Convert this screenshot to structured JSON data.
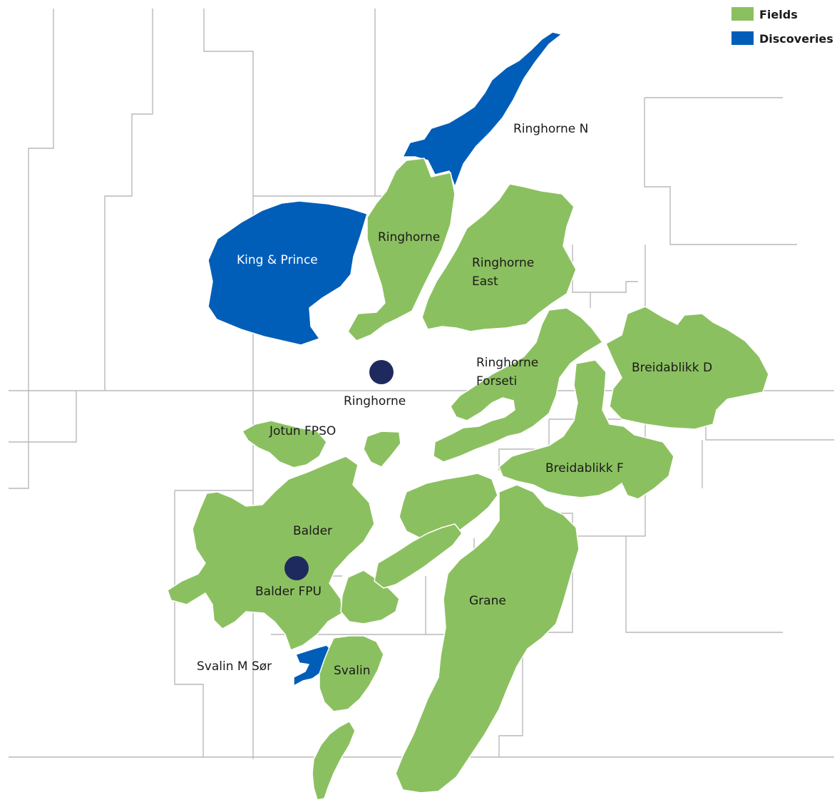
{
  "legend": {
    "fields_label": "Fields",
    "discoveries_label": "Discoveries"
  },
  "colors": {
    "field": "#8bc060",
    "discovery": "#005eb8",
    "facility": "#1e2a5e",
    "block_line": "#b9b9b9"
  },
  "areas": {
    "ringhorne_n": "Ringhorne N",
    "king_prince": "King & Prince",
    "ringhorne": "Ringhorne",
    "ringhorne_east_1": "Ringhorne",
    "ringhorne_east_2": "East",
    "ringhorne_forseti_1": "Ringhorne",
    "ringhorne_forseti_2": "Forseti",
    "breidablikk_d": "Breidablikk D",
    "breidablikk_f": "Breidablikk F",
    "jotun_fpso": "Jotun FPSO",
    "balder": "Balder",
    "balder_fpu": "Balder FPU",
    "grane": "Grane",
    "svalin": "Svalin",
    "svalin_m_sor": "Svalin M Sør"
  },
  "facilities": {
    "ringhorne_platform": "Ringhorne"
  }
}
